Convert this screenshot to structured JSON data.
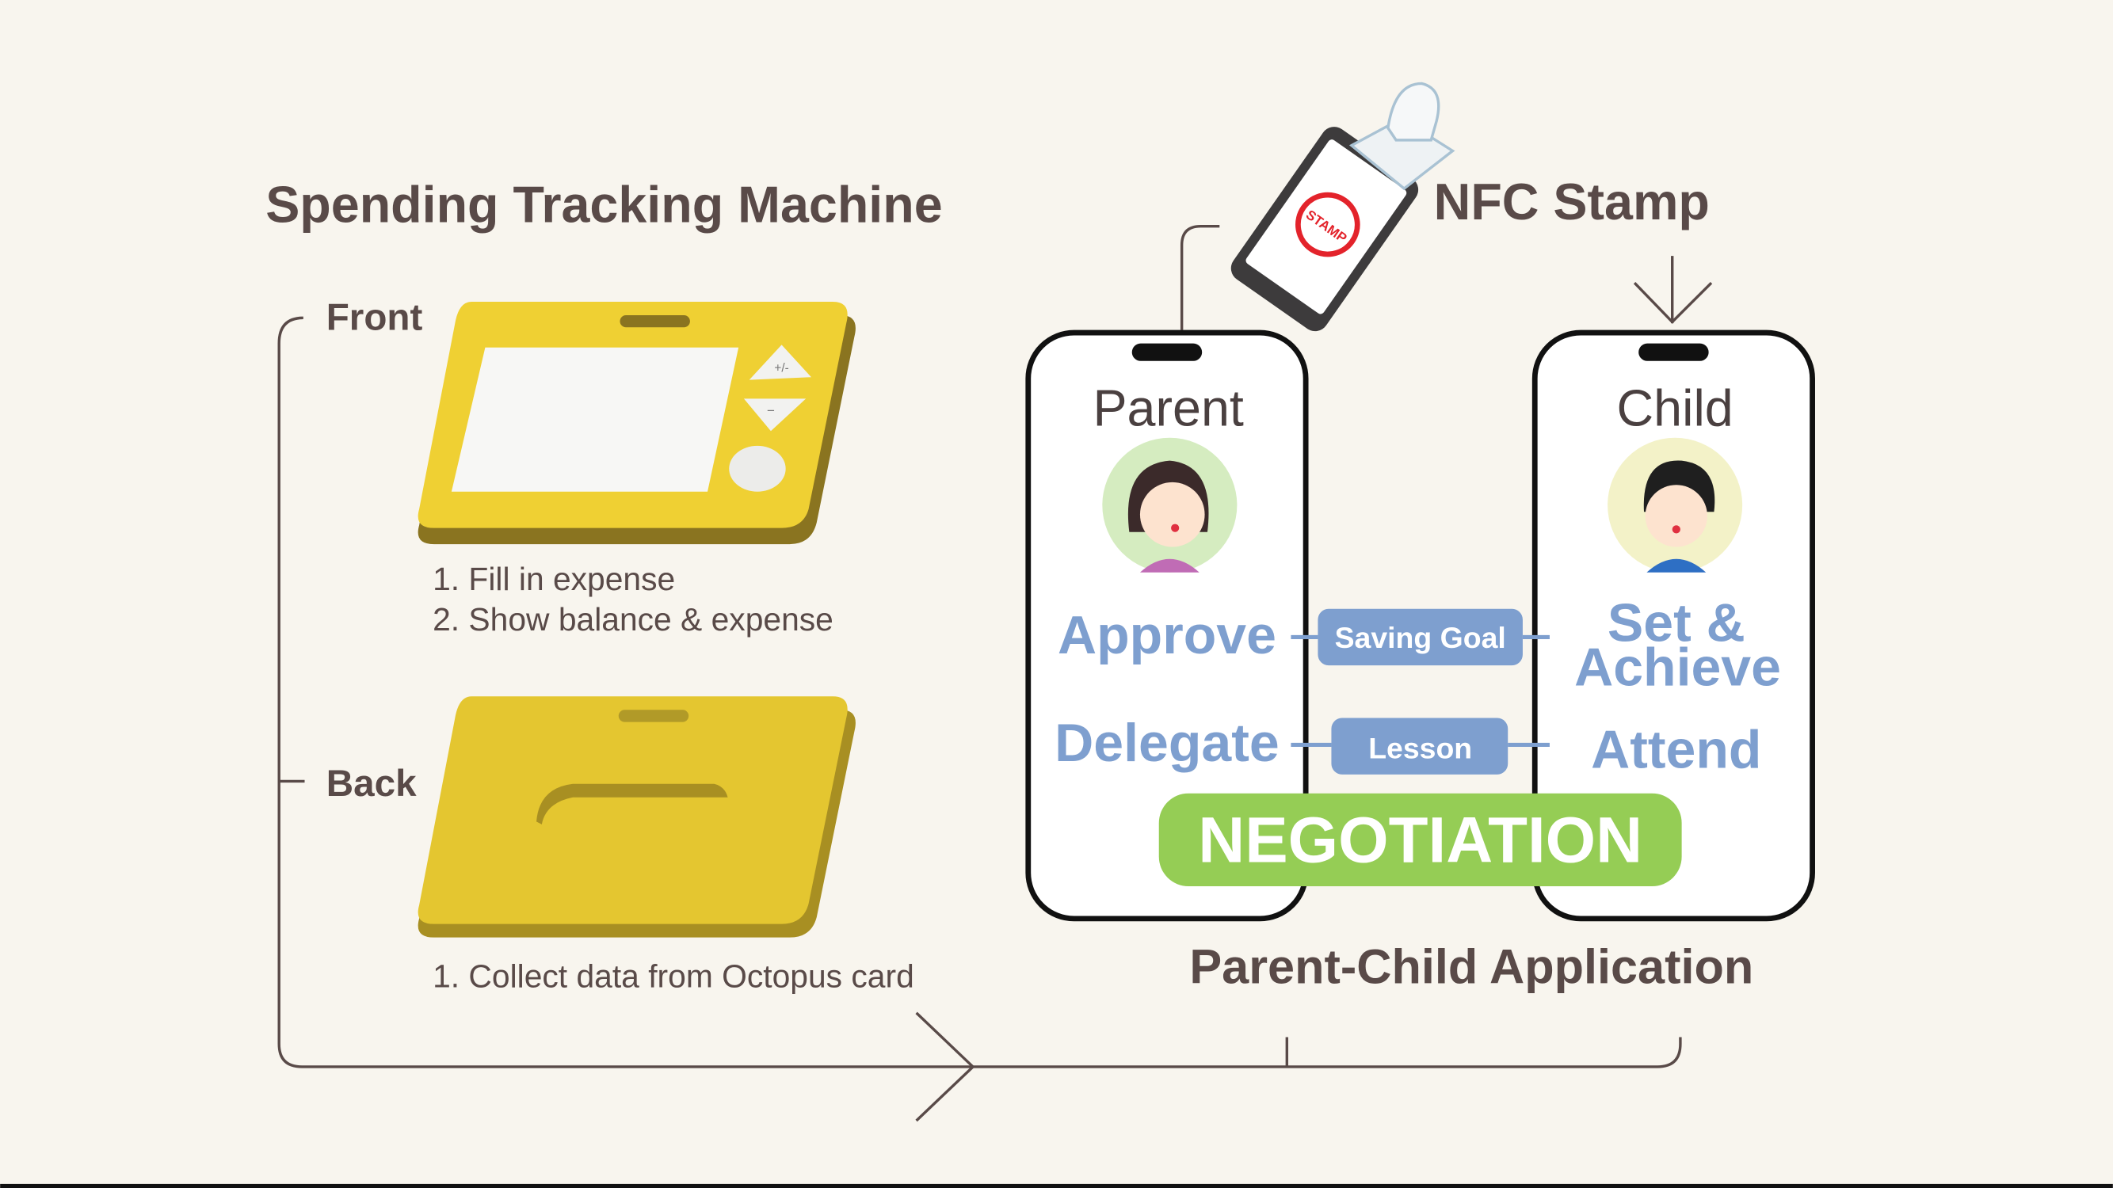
{
  "machine": {
    "title": "Spending Tracking Machine",
    "front_label": "Front",
    "back_label": "Back",
    "front_features": [
      "1. Fill in expense",
      "2. Show balance & expense"
    ],
    "back_features": [
      "1. Collect data from Octopus card"
    ],
    "button_plus": "+/-",
    "button_minus": "−"
  },
  "nfc": {
    "label": "NFC Stamp",
    "screen_text": "STAMP"
  },
  "app": {
    "title": "Parent-Child Application",
    "parent": {
      "title": "Parent",
      "actions": [
        "Approve",
        "Delegate"
      ]
    },
    "child": {
      "title": "Child",
      "actions": [
        "Set &",
        "Achieve",
        "Attend"
      ]
    },
    "links": [
      "Saving Goal",
      "Lesson"
    ],
    "negotiation": "NEGOTIATION"
  },
  "colors": {
    "background": "#f8f5ee",
    "text": "#594a48",
    "accent_blue": "#7e9fcf",
    "negotiation_green": "#95cd55",
    "device_yellow": "#efd033"
  }
}
